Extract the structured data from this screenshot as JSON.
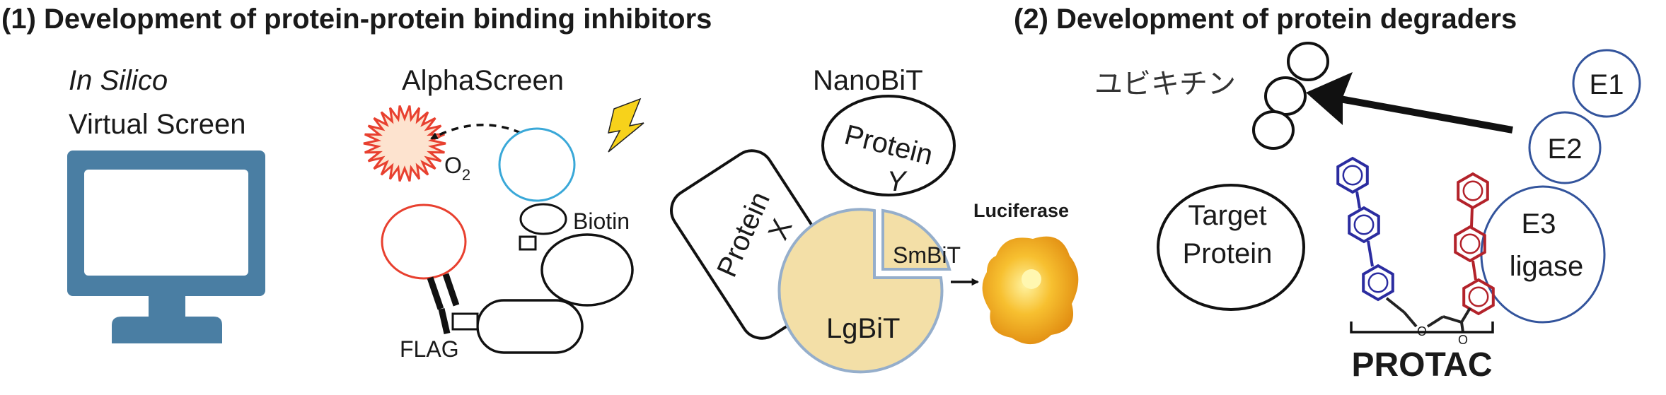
{
  "section1": {
    "title": "(1) Development of protein-protein binding inhibitors",
    "insilico": {
      "line1": "In Silico",
      "line2": "Virtual Screen"
    },
    "alphascreen": {
      "title": "AlphaScreen",
      "oxygen": "O",
      "oxygen_sub": "2",
      "biotin": "Biotin",
      "flag": "FLAG"
    },
    "nanobit": {
      "title": "NanoBiT",
      "protein_x": [
        "Protein",
        "X"
      ],
      "protein_y": [
        "Protein",
        "Y"
      ],
      "smbit": "SmBiT",
      "lgbit": "LgBiT",
      "luciferase": "Luciferase"
    }
  },
  "section2": {
    "title": "(2) Development of protein degraders",
    "ubiquitin": "ユビキチン",
    "e1": "E1",
    "e2": "E2",
    "e3": [
      "E3",
      "ligase"
    ],
    "target": [
      "Target",
      "Protein"
    ],
    "protac": "PROTAC",
    "linker_o": "O",
    "carbonyl_o": "O"
  },
  "colors": {
    "monitor": "#4a7ea3",
    "alpha_red": "#e8402f",
    "alpha_blue": "#3aa8d8",
    "bolt": "#f7d21b",
    "lgbit_fill": "#f3dfa7",
    "bit_stroke": "#95aecb",
    "luciferase": "#f2a81c",
    "e_ring": "#33549c",
    "mol_blue": "#2b2ca0",
    "mol_red": "#b3222a"
  }
}
